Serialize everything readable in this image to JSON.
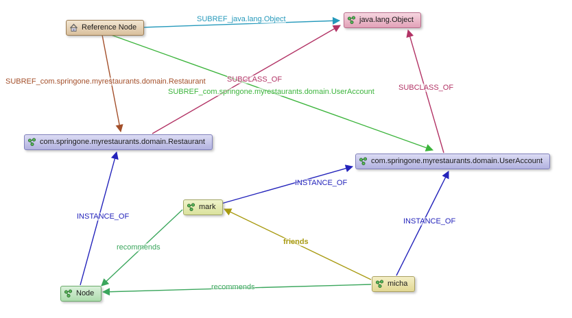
{
  "graph": {
    "nodes": [
      {
        "id": "reference-node",
        "label": "Reference Node",
        "icon": "home-icon",
        "fill": "#e9d9c4",
        "border": "#9a7b52"
      },
      {
        "id": "java-lang-object",
        "label": "java.lang.Object",
        "icon": "graph-icon",
        "fill": "#eec3d3",
        "border": "#b76e8b"
      },
      {
        "id": "restaurant",
        "label": "com.springone.myrestaurants.domain.Restaurant",
        "icon": "graph-icon",
        "fill": "#c6c6ea",
        "border": "#8080bb"
      },
      {
        "id": "useraccount",
        "label": "com.springone.myrestaurants.domain.UserAccount",
        "icon": "graph-icon",
        "fill": "#c6c6ea",
        "border": "#8080bb"
      },
      {
        "id": "mark",
        "label": "mark",
        "icon": "graph-icon",
        "fill": "#e7edb6",
        "border": "#a3a868"
      },
      {
        "id": "micha",
        "label": "micha",
        "icon": "graph-icon",
        "fill": "#ece5ab",
        "border": "#aaa060"
      },
      {
        "id": "node",
        "label": "Node",
        "icon": "graph-icon",
        "fill": "#c8e8c8",
        "border": "#6aaa6a"
      }
    ],
    "edges": [
      {
        "label": "SUBREF_java.lang.Object",
        "from": "reference-node",
        "to": "java-lang-object",
        "color": "#2599bb"
      },
      {
        "label": "SUBREF_com.springone.myrestaurants.domain.Restaurant",
        "from": "reference-node",
        "to": "restaurant",
        "color": "#a34f2a"
      },
      {
        "label": "SUBCLASS_OF",
        "from": "restaurant",
        "to": "java-lang-object",
        "color": "#b23365"
      },
      {
        "label": "SUBREF_com.springone.myrestaurants.domain.UserAccount",
        "from": "reference-node",
        "to": "useraccount",
        "color": "#3cb43c"
      },
      {
        "label": "SUBCLASS_OF",
        "from": "useraccount",
        "to": "java-lang-object",
        "color": "#b23365"
      },
      {
        "label": "INSTANCE_OF",
        "from": "mark",
        "to": "useraccount",
        "color": "#2323bb"
      },
      {
        "label": "INSTANCE_OF",
        "from": "node",
        "to": "restaurant",
        "color": "#2323bb"
      },
      {
        "label": "INSTANCE_OF",
        "from": "micha",
        "to": "useraccount",
        "color": "#2323bb"
      },
      {
        "label": "recommends",
        "from": "mark",
        "to": "node",
        "color": "#3aa65c"
      },
      {
        "label": "friends",
        "from": "micha",
        "to": "mark",
        "color": "#a89a10"
      },
      {
        "label": "recommends",
        "from": "micha",
        "to": "node",
        "color": "#3aa65c"
      }
    ]
  }
}
